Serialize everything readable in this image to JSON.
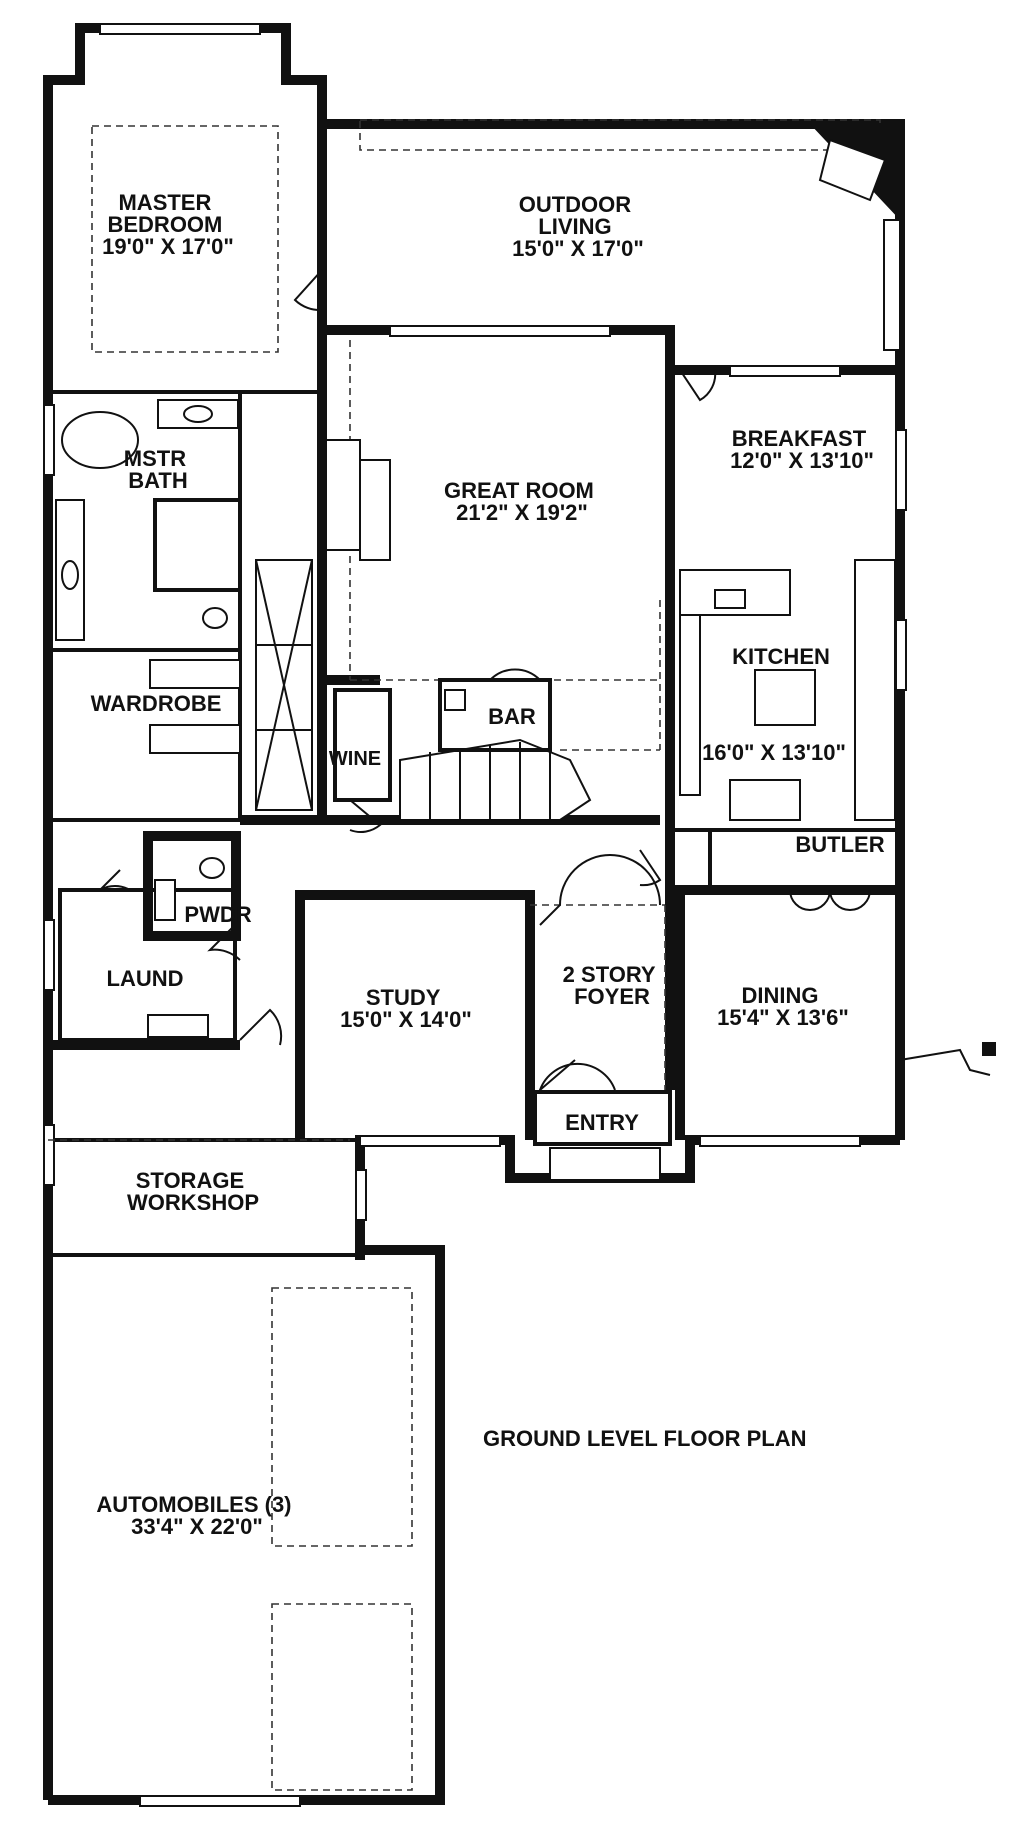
{
  "plan": {
    "title": "GROUND LEVEL FLOOR PLAN",
    "rooms": [
      {
        "id": "master-bedroom",
        "name": [
          "MASTER",
          "BEDROOM"
        ],
        "size": "19'0\" X 17'0\""
      },
      {
        "id": "outdoor-living",
        "name": [
          "OUTDOOR",
          "LIVING"
        ],
        "size": "15'0\" X 17'0\""
      },
      {
        "id": "mstr-bath",
        "name": [
          "MSTR",
          "BATH"
        ],
        "size": ""
      },
      {
        "id": "great-room",
        "name": [
          "GREAT ROOM"
        ],
        "size": "21'2\" X 19'2\""
      },
      {
        "id": "breakfast",
        "name": [
          "BREAKFAST"
        ],
        "size": "12'0\" X 13'10\""
      },
      {
        "id": "kitchen",
        "name": [
          "KITCHEN"
        ],
        "size": "16'0\" X 13'10\""
      },
      {
        "id": "wardrobe",
        "name": [
          "WARDROBE"
        ],
        "size": ""
      },
      {
        "id": "bar",
        "name": [
          "BAR"
        ],
        "size": ""
      },
      {
        "id": "wine",
        "name": [
          "WINE"
        ],
        "size": ""
      },
      {
        "id": "butler",
        "name": [
          "BUTLER"
        ],
        "size": ""
      },
      {
        "id": "pwdr",
        "name": [
          "PWDR"
        ],
        "size": ""
      },
      {
        "id": "laund",
        "name": [
          "LAUND"
        ],
        "size": ""
      },
      {
        "id": "study",
        "name": [
          "STUDY"
        ],
        "size": "15'0\" X 14'0\""
      },
      {
        "id": "foyer",
        "name": [
          "2 STORY",
          "FOYER"
        ],
        "size": ""
      },
      {
        "id": "dining",
        "name": [
          "DINING"
        ],
        "size": "15'4\" X 13'6\""
      },
      {
        "id": "entry",
        "name": [
          "ENTRY"
        ],
        "size": ""
      },
      {
        "id": "storage-workshop",
        "name": [
          "STORAGE",
          "WORKSHOP"
        ],
        "size": ""
      },
      {
        "id": "automobiles",
        "name": [
          "AUTOMOBILES (3)"
        ],
        "size": "33'4\" X 22'0\""
      }
    ]
  }
}
